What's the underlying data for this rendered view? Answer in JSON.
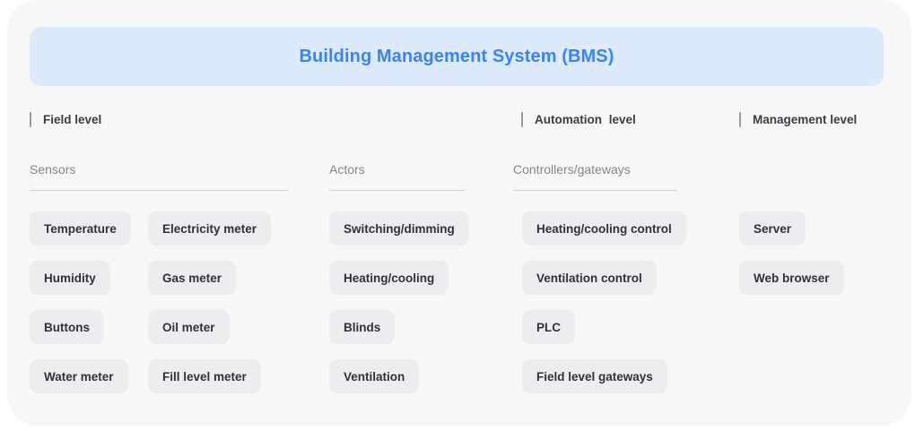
{
  "banner": {
    "title": "Building Management System (BMS)",
    "bg_color": "#ddeafc",
    "text_color": "#3b82f6"
  },
  "levels": [
    {
      "label": "Field level"
    },
    {
      "label": "Automation  level"
    },
    {
      "label": "Management level"
    }
  ],
  "groups": [
    {
      "title": "Sensors"
    },
    {
      "title": "Actors"
    },
    {
      "title": "Controllers/gateways"
    }
  ],
  "tags": {
    "sensors_col1": [
      {
        "label": "Temperature"
      },
      {
        "label": "Humidity"
      },
      {
        "label": "Buttons"
      },
      {
        "label": "Water meter"
      }
    ],
    "sensors_col2": [
      {
        "label": "Electricity meter"
      },
      {
        "label": "Gas meter"
      },
      {
        "label": "Oil meter"
      },
      {
        "label": "Fill level meter"
      }
    ],
    "actors": [
      {
        "label": "Switching/dimming"
      },
      {
        "label": "Heating/cooling"
      },
      {
        "label": "Blinds"
      },
      {
        "label": "Ventilation"
      }
    ],
    "controllers": [
      {
        "label": "Heating/cooling control"
      },
      {
        "label": "Ventilation control"
      },
      {
        "label": "PLC"
      },
      {
        "label": "Field level gateways"
      }
    ],
    "management": [
      {
        "label": "Server"
      },
      {
        "label": "Web browser"
      }
    ]
  },
  "colors": {
    "card_bg": "#f7f7f8",
    "tag_bg": "#ededef",
    "tag_text": "#31313a",
    "group_text": "#85858d",
    "rule": "#d2d2d6"
  }
}
